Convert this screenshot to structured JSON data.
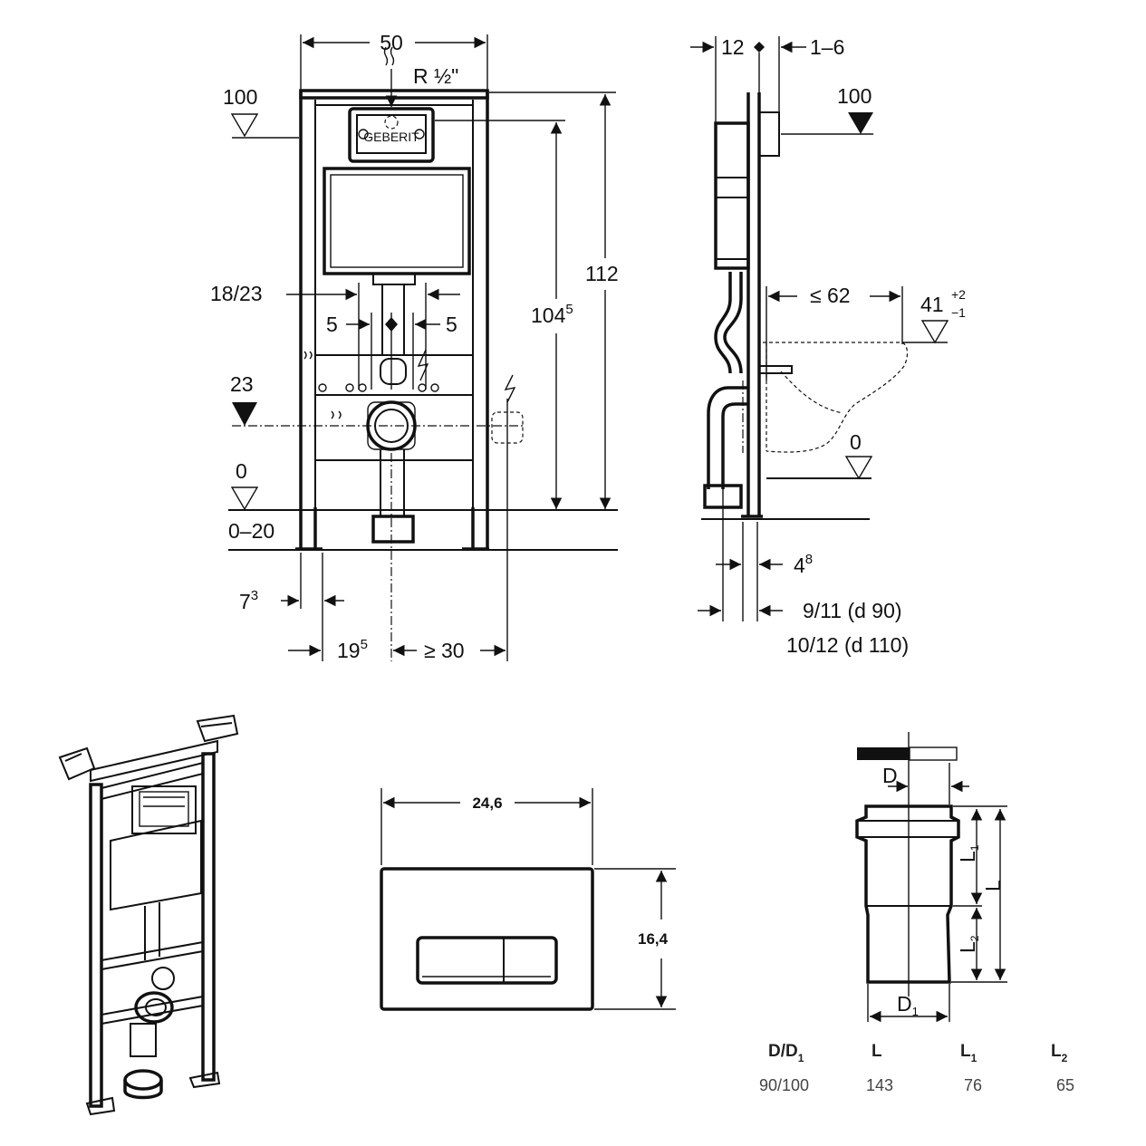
{
  "front_view": {
    "width": "50",
    "connection": "R ½\"",
    "level_top": "100",
    "total_height": "112",
    "flush_height": "104",
    "flush_height_sup": "5",
    "drain_spacing": "18/23",
    "offset_left": "5",
    "offset_right": "5",
    "level_drain": "23",
    "level_floor": "0",
    "floor_range": "0–20",
    "foot_offset": "7",
    "foot_offset_sup": "3",
    "axis_offset": "19",
    "axis_offset_sup": "5",
    "side_clearance": "≥ 30"
  },
  "side_view": {
    "depth": "12",
    "wall_range": "1–6",
    "level_top": "100",
    "bowl_projection": "≤ 62",
    "bowl_height": "41",
    "bowl_tol_plus": "+2",
    "bowl_tol_minus": "−1",
    "level_floor": "0",
    "frame_depth": "4",
    "frame_depth_sup": "8",
    "pipe_offset_90": "9/11 (d 90)",
    "pipe_offset_110": "10/12 (d 110)"
  },
  "plate": {
    "width": "24,6",
    "height": "16,4"
  },
  "pipe": {
    "label_d": "D",
    "label_d1": "D",
    "label_d1_sub": "1",
    "label_l": "L",
    "label_l1": "L",
    "label_l1_sub": "1",
    "label_l2": "L",
    "label_l2_sub": "2"
  },
  "pipe_table": {
    "headers": [
      {
        "main": "D/D",
        "sub": "1"
      },
      {
        "main": "L",
        "sub": ""
      },
      {
        "main": "L",
        "sub": "1"
      },
      {
        "main": "L",
        "sub": "2"
      }
    ],
    "values": [
      "90/100",
      "143",
      "76",
      "65"
    ]
  }
}
